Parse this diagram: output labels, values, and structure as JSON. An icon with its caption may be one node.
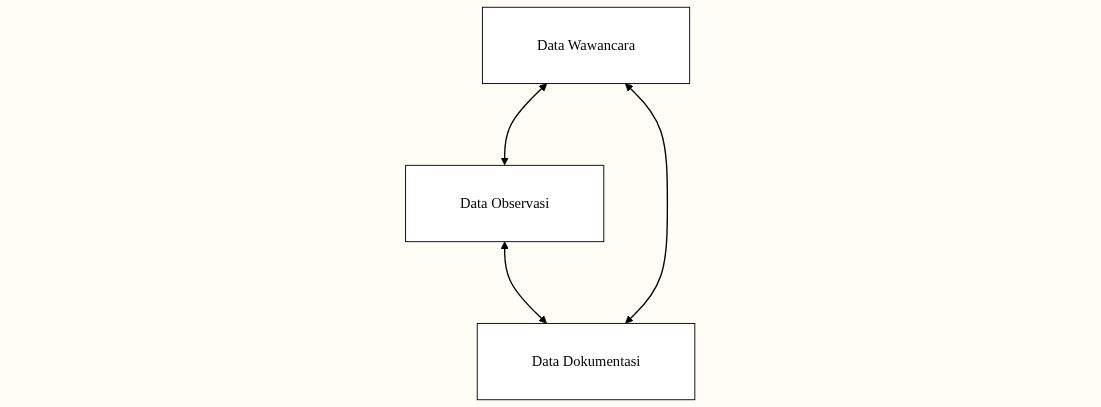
{
  "diagram": {
    "nodes": [
      {
        "text": [
          "Data Observasi"
        ]
      },
      {
        "text": [
          "Data Wawancara"
        ]
      },
      {
        "text": [
          "Data Dokumentasi"
        ]
      }
    ],
    "edges": [
      {
        "from": 0,
        "to": 1,
        "arrow": "both"
      },
      {
        "from": 2,
        "to": 0,
        "arrow": "both"
      },
      {
        "from": 2,
        "to": 1,
        "arrow": "both"
      }
    ]
  }
}
